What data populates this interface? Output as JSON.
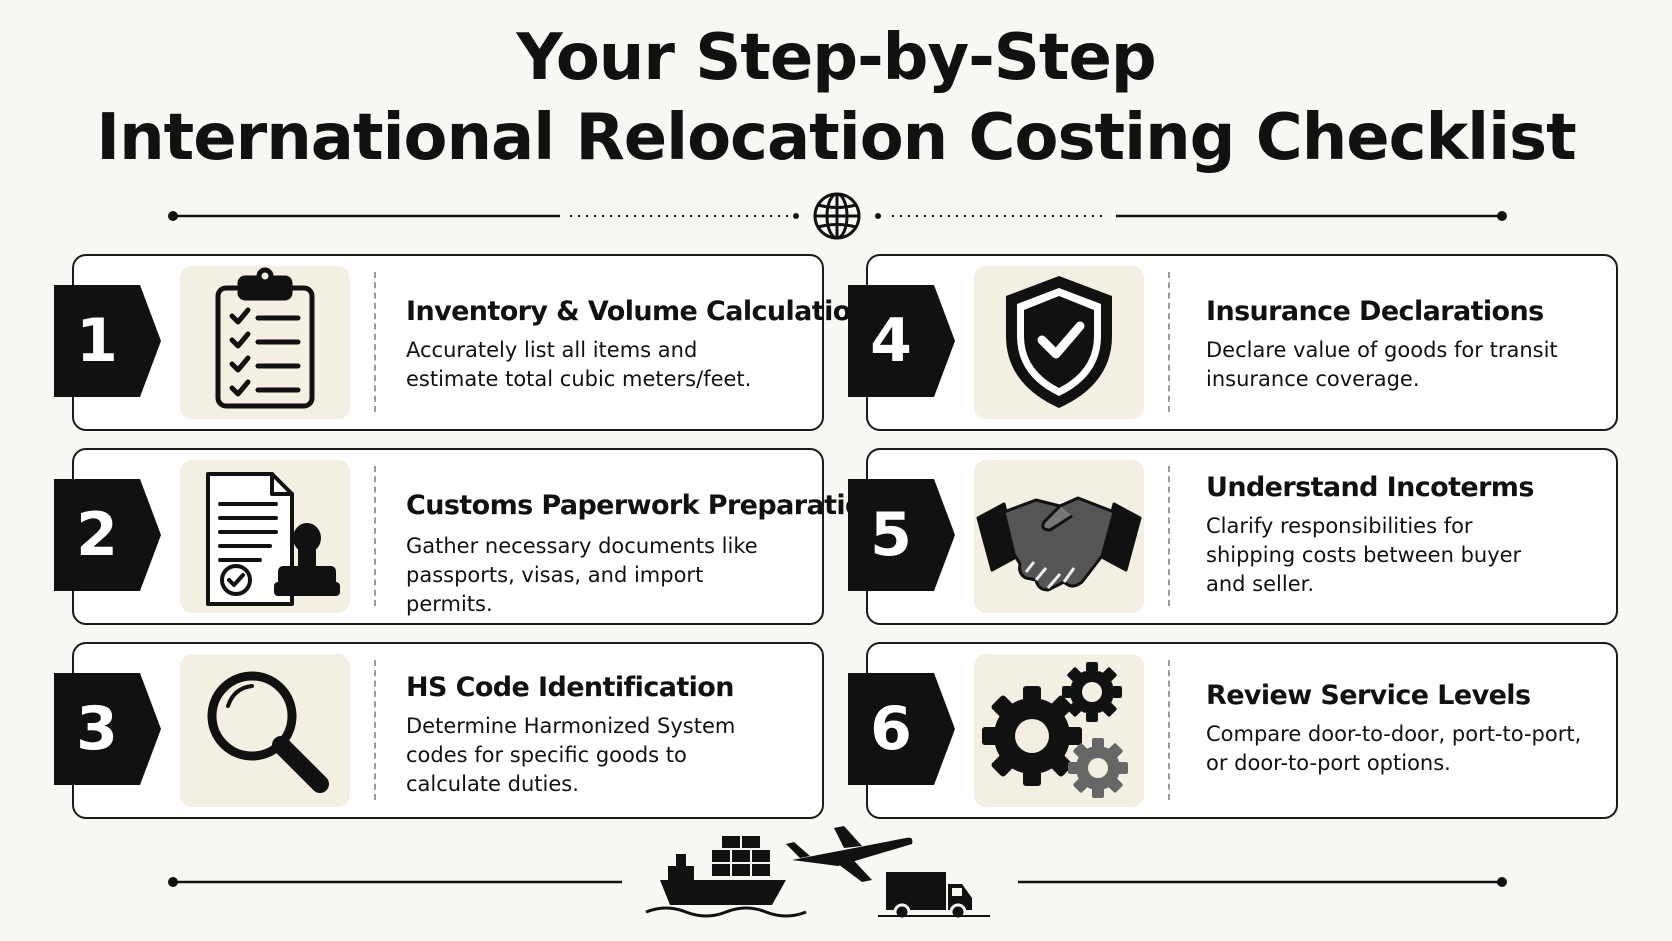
{
  "title": {
    "line1": "Your Step-by-Step",
    "line2": "International Relocation Costing Checklist"
  },
  "steps": [
    {
      "number": "1",
      "title": "Inventory & Volume Calculation",
      "description": "Accurately list all items and estimate total cubic meters/feet.",
      "icon": "clipboard-checklist-icon"
    },
    {
      "number": "2",
      "title": "Customs Paperwork Preparation",
      "description": "Gather necessary documents like passports, visas, and import permits.",
      "icon": "document-stamp-icon"
    },
    {
      "number": "3",
      "title": "HS Code Identification",
      "description": "Determine Harmonized System codes for specific goods to calculate duties.",
      "icon": "magnifier-icon"
    },
    {
      "number": "4",
      "title": "Insurance Declarations",
      "description": "Declare value of goods for transit insurance coverage.",
      "icon": "shield-check-icon"
    },
    {
      "number": "5",
      "title": "Understand Incoterms",
      "description": "Clarify responsibilities for shipping costs between buyer and seller.",
      "icon": "handshake-icon"
    },
    {
      "number": "6",
      "title": "Review Service Levels",
      "description": "Compare door-to-door, port-to-port, or door-to-port options.",
      "icon": "gears-icon"
    }
  ],
  "footer_icons": [
    "cargo-ship-icon",
    "airplane-icon",
    "truck-icon"
  ],
  "divider_icon": "globe-icon",
  "colors": {
    "background": "#f8f7f4",
    "ink": "#111111",
    "tile": "#f3efe3",
    "card": "#ffffff"
  }
}
